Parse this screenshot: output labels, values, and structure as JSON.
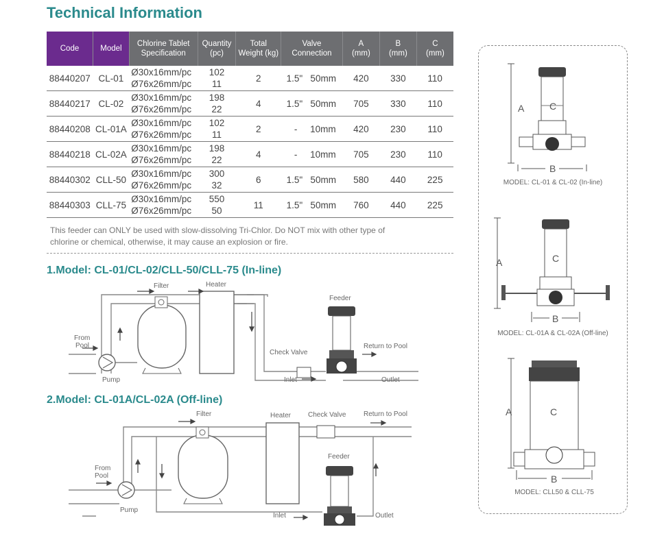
{
  "title": "Technical Information",
  "table": {
    "headers": [
      {
        "l1": "Code",
        "l2": ""
      },
      {
        "l1": "Model",
        "l2": ""
      },
      {
        "l1": "Chlorine Tablet",
        "l2": "Specification"
      },
      {
        "l1": "Quantity",
        "l2": "(pc)"
      },
      {
        "l1": "Total",
        "l2": "Weight (kg)"
      },
      {
        "l1": "Valve",
        "l2": "Connection"
      },
      {
        "l1": "A",
        "l2": "(mm)"
      },
      {
        "l1": "B",
        "l2": "(mm)"
      },
      {
        "l1": "C",
        "l2": "(mm)"
      }
    ],
    "rows": [
      {
        "code": "88440207",
        "model": "CL-01",
        "spec1": "Ø30x16mm/pc",
        "spec2": "Ø76x26mm/pc",
        "q1": "102",
        "q2": "11",
        "weight": "2",
        "valve": "1.5\"   50mm",
        "a": "420",
        "b": "330",
        "c": "110"
      },
      {
        "code": "88440217",
        "model": "CL-02",
        "spec1": "Ø30x16mm/pc",
        "spec2": "Ø76x26mm/pc",
        "q1": "198",
        "q2": "22",
        "weight": "4",
        "valve": "1.5\"   50mm",
        "a": "705",
        "b": "330",
        "c": "110"
      },
      {
        "code": "88440208",
        "model": "CL-01A",
        "spec1": "Ø30x16mm/pc",
        "spec2": "Ø76x26mm/pc",
        "q1": "102",
        "q2": "11",
        "weight": "2",
        "valve": "   -     10mm",
        "a": "420",
        "b": "230",
        "c": "110"
      },
      {
        "code": "88440218",
        "model": "CL-02A",
        "spec1": "Ø30x16mm/pc",
        "spec2": "Ø76x26mm/pc",
        "q1": "198",
        "q2": "22",
        "weight": "4",
        "valve": "   -     10mm",
        "a": "705",
        "b": "230",
        "c": "110"
      },
      {
        "code": "88440302",
        "model": "CLL-50",
        "spec1": "Ø30x16mm/pc",
        "spec2": "Ø76x26mm/pc",
        "q1": "300",
        "q2": "32",
        "weight": "6",
        "valve": "1.5\"   50mm",
        "a": "580",
        "b": "440",
        "c": "225"
      },
      {
        "code": "88440303",
        "model": "CLL-75",
        "spec1": "Ø30x16mm/pc",
        "spec2": "Ø76x26mm/pc",
        "q1": "550",
        "q2": "50",
        "weight": "11",
        "valve": "1.5\"   50mm",
        "a": "760",
        "b": "440",
        "c": "225"
      }
    ]
  },
  "note": "This feeder can ONLY be used with slow-dissolving Tri-Chlor. Do NOT mix with other type of chlorine or chemical, otherwise, it may cause an explosion or fire.",
  "section1": {
    "heading": "1.Model: CL-01/CL-02/CLL-50/CLL-75 (In-line)",
    "labels": {
      "filter": "Filter",
      "heater": "Heater",
      "feeder": "Feeder",
      "from": "From",
      "pool": "Pool",
      "pump": "Pump",
      "check": "Check Valve",
      "return": "Return to Pool",
      "inlet": "Inlet",
      "outlet": "Outlet"
    }
  },
  "section2": {
    "heading": "2.Model: CL-01A/CL-02A (Off-line)",
    "labels": {
      "filter": "Filter",
      "heater": "Heater",
      "check": "Check Valve",
      "return": "Return to Pool",
      "feeder": "Feeder",
      "from": "From",
      "pool": "Pool",
      "pump": "Pump",
      "inlet": "Inlet",
      "outlet": "Outlet"
    }
  },
  "dims": {
    "a": "A",
    "b": "B",
    "c": "C"
  },
  "captions": {
    "m1": "MODEL: CL-01 & CL-02 (In-line)",
    "m2": "MODEL: CL-01A & CL-02A (Off-line)",
    "m3": "MODEL: CLL50 & CLL-75"
  },
  "colors": {
    "heading": "#2a8a8c",
    "header_purple": "#6b2b8e",
    "header_gray": "#6d6e71"
  }
}
